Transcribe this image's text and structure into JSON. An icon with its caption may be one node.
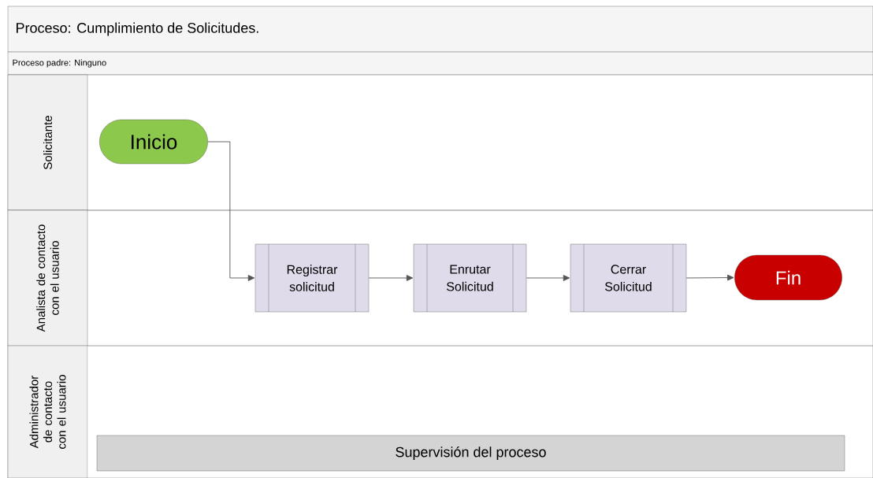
{
  "diagram": {
    "title": "Proceso: Cumplimiento de Solicitudes.",
    "nodes": [
      {
        "text": [
          "Solicitante"
        ]
      },
      {
        "text": [
          "Inicio"
        ],
        "in": 0
      },
      {
        "text": [
          "Analista de contacto con el usuario"
        ]
      },
      {
        "text": [
          "Registrar solicitud"
        ],
        "in": 2
      },
      {
        "text": [
          "Enrutar Solicitud"
        ],
        "in": 2
      },
      {
        "text": [
          "Cerrar Solicitud"
        ],
        "in": 2
      },
      {
        "text": [
          "Fin"
        ],
        "in": 2
      },
      {
        "text": [
          "Administrador de contacto con el usuario"
        ]
      },
      {
        "text": [
          "Supervisión del proceso"
        ],
        "in": 7
      }
    ],
    "edges": [
      {
        "from": 1,
        "to": 3,
        "arrow": "to"
      },
      {
        "from": 3,
        "to": 4,
        "arrow": "to"
      },
      {
        "from": 4,
        "to": 5,
        "arrow": "to"
      },
      {
        "from": 5,
        "to": 6,
        "arrow": "to"
      }
    ],
    "labels": [
      "Proceso padre: Ninguno"
    ]
  }
}
